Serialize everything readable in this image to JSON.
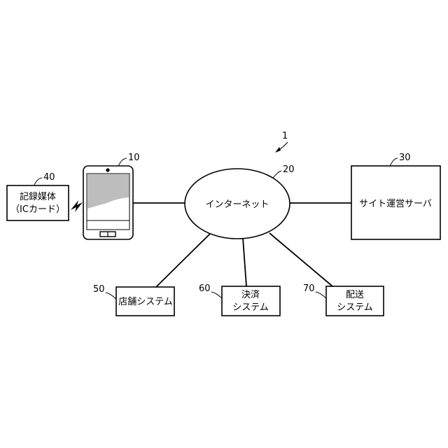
{
  "diagram": {
    "system_ref": "1",
    "internet": {
      "ref": "20",
      "label": "インターネット"
    },
    "terminal": {
      "ref": "10"
    },
    "medium": {
      "ref": "40",
      "line1": "記録媒体",
      "line2": "（ICカード）"
    },
    "server": {
      "ref": "30",
      "label": "サイト運営サーバ"
    },
    "store": {
      "ref": "50",
      "label": "店舗システム"
    },
    "payment": {
      "ref": "60",
      "line1": "決済",
      "line2": "システム"
    },
    "delivery": {
      "ref": "70",
      "line1": "配送",
      "line2": "システム"
    }
  }
}
